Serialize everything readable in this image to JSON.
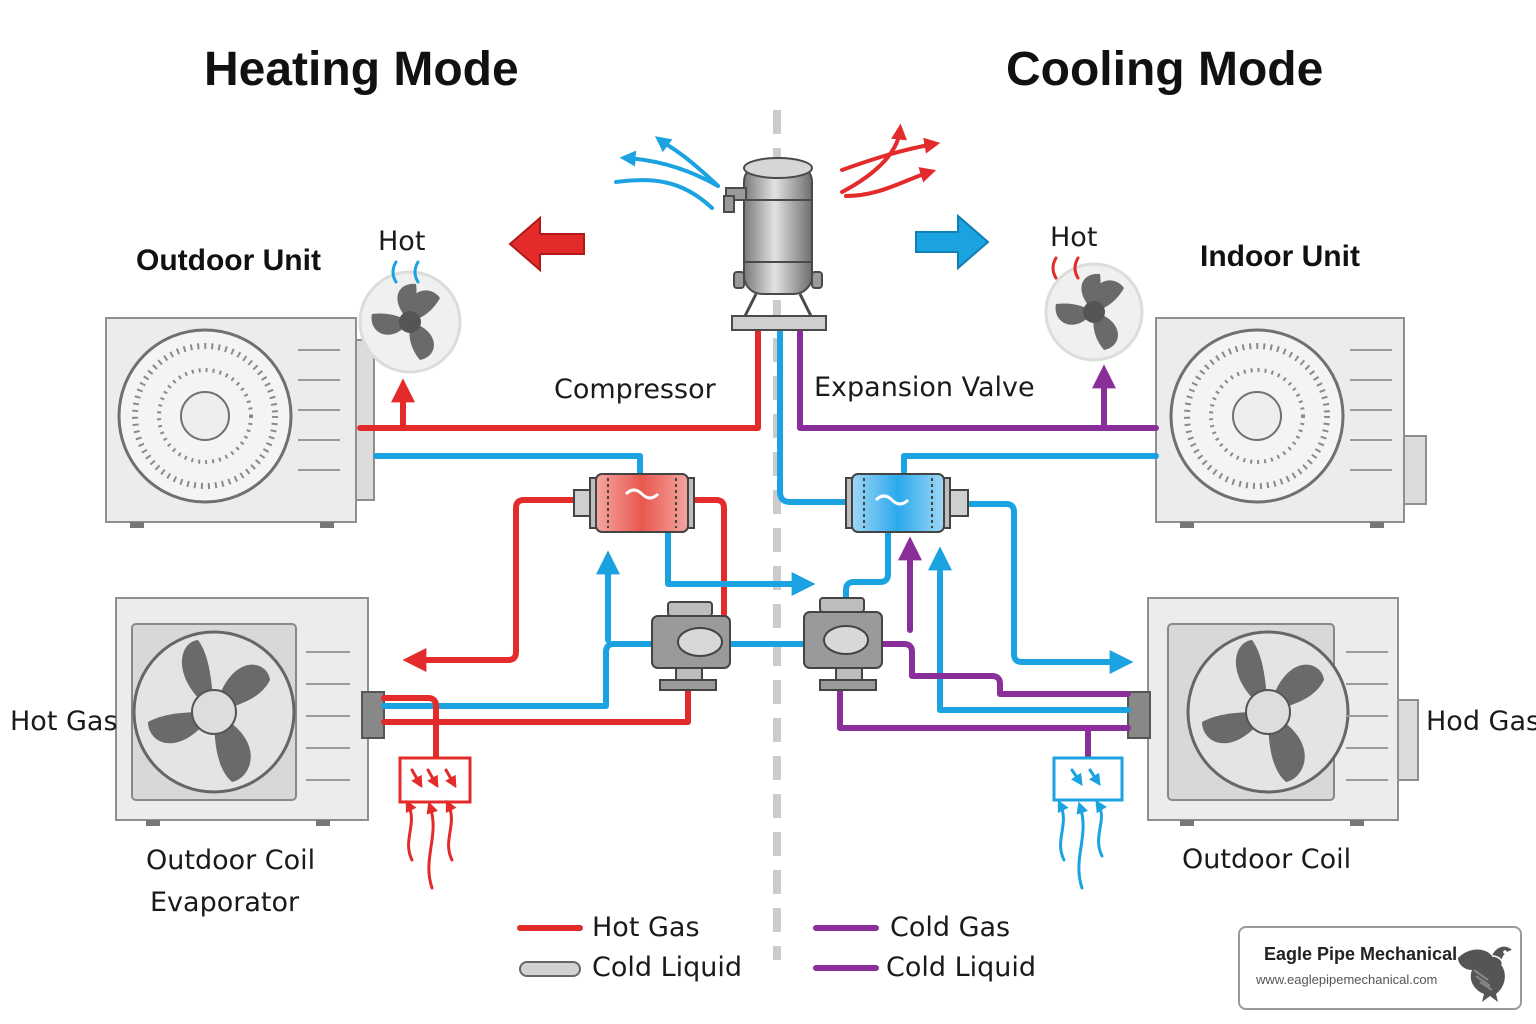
{
  "titles": {
    "heating": "Heating Mode",
    "cooling": "Cooling Mode"
  },
  "labels": {
    "outdoor_unit": "Outdoor Unit",
    "hot_left": "Hot",
    "hot_right": "Hot",
    "indoor_unit": "Indoor Unit",
    "compressor": "Compressor",
    "expansion_valve": "Expansion Valve",
    "hot_gas_left": "Hot Gas",
    "hod_gas_right": "Hod Gas",
    "outdoor_coil_left_1": "Outdoor Coil",
    "outdoor_coil_left_2": "Evaporator",
    "outdoor_coil_right": "Outdoor Coil"
  },
  "legend": {
    "hot_gas": "Hot Gas",
    "cold_liquid_left": "Cold Liquid",
    "cold_gas": "Cold Gas",
    "cold_liquid_right": "Cold Liquid"
  },
  "brand": {
    "name": "Eagle Pipe Mechanical",
    "url": "www.eaglepipemechanical.com"
  },
  "colors": {
    "hot": "#e32b2b",
    "cold": "#1aa3e0",
    "gas": "#8a2f9a",
    "unit_body": "#ececec",
    "divider": "#cccccc"
  },
  "icons": [
    "fan-icon",
    "compressor-icon",
    "heat-exchanger-icon",
    "reversing-valve-icon",
    "coil-box-icon",
    "eagle-logo-icon"
  ]
}
